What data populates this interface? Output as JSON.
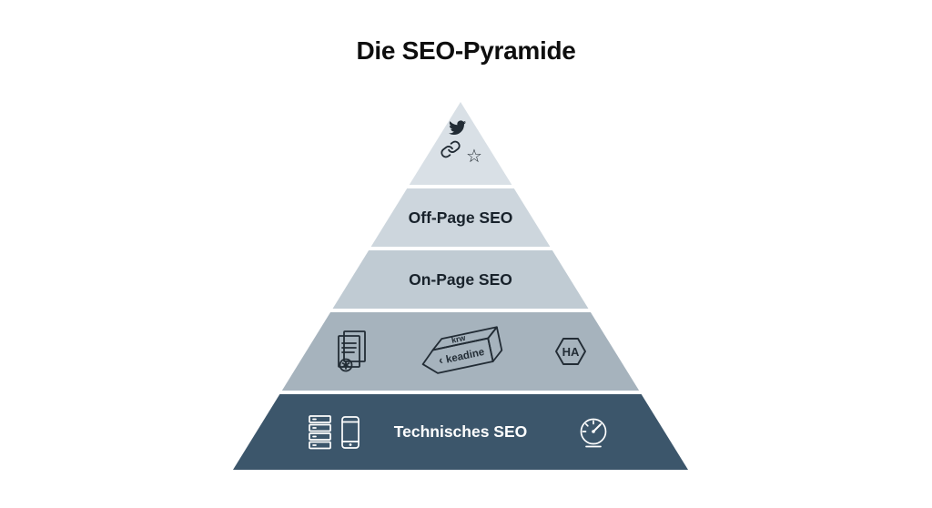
{
  "title": "Die SEO-Pyramide",
  "colors": {
    "background": "#ffffff",
    "title_text": "#0e0e0e",
    "dark_layer_text": "#ffffff"
  },
  "pyramid": {
    "layers": [
      {
        "name": "backlinks-social-apex",
        "color": "#d9e0e6",
        "label": "",
        "icons": [
          "twitter-icon",
          "link-icon",
          "star-icon"
        ],
        "star_glyph": "☆"
      },
      {
        "name": "off-page-seo",
        "color": "#cdd6dd",
        "label": "Off-Page SEO"
      },
      {
        "name": "on-page-seo",
        "color": "#c0cbd3",
        "label": "On-Page SEO"
      },
      {
        "name": "content-elements",
        "color": "#a6b3bd",
        "label": "",
        "icons": [
          "document-gear-icon",
          "keyword-tag-icon",
          "heading-hexagon-icon"
        ],
        "tag_chevron": "‹",
        "tag_text": "keadine",
        "tag_top_text": "krw",
        "hexagon_text": "HA"
      },
      {
        "name": "technisches-seo",
        "color": "#3c566b",
        "label": "Technisches SEO",
        "text_color": "#ffffff",
        "icons": [
          "server-icon",
          "smartphone-icon",
          "speedometer-icon"
        ]
      }
    ]
  }
}
